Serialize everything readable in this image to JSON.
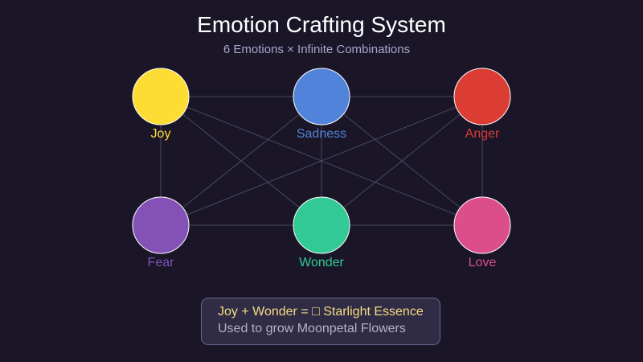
{
  "header": {
    "title": "Emotion Crafting System",
    "subtitle": "6 Emotions × Infinite Combinations"
  },
  "emotions": [
    {
      "name": "Joy",
      "color": "#fddc33"
    },
    {
      "name": "Sadness",
      "color": "#5283da"
    },
    {
      "name": "Anger",
      "color": "#db3c34"
    },
    {
      "name": "Fear",
      "color": "#8452b6"
    },
    {
      "name": "Wonder",
      "color": "#32c996"
    },
    {
      "name": "Love",
      "color": "#db4e8a"
    }
  ],
  "recipe": {
    "formula": "Joy + Wonder = □ Starlight Essence",
    "description": "Used to grow Moonpetal Flowers"
  }
}
